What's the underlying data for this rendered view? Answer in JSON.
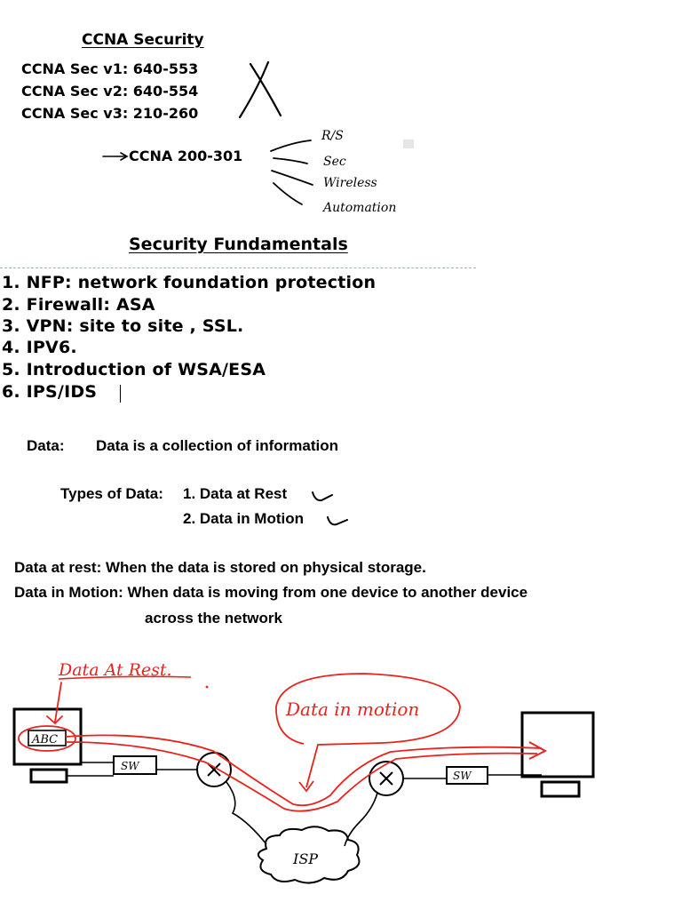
{
  "ccna_security": {
    "title": "CCNA Security",
    "versions": [
      "CCNA Sec v1: 640-553",
      "CCNA Sec v2: 640-554",
      "CCNA Sec v3: 210-260"
    ]
  },
  "ccna_new": {
    "label": "CCNA 200-301",
    "branches": [
      "R/S",
      "Sec",
      "Wireless",
      "Automation"
    ]
  },
  "fundamentals": {
    "title": "Security Fundamentals",
    "topics": [
      "1. NFP: network foundation protection",
      "2. Firewall: ASA",
      "3. VPN: site to site , SSL.",
      "4. IPV6.",
      "5. Introduction of WSA/ESA",
      "6. IPS/IDS"
    ]
  },
  "data": {
    "label": "Data:",
    "definition": "Data is a collection of information",
    "types_label": "Types of Data:",
    "types": [
      "1. Data at Rest",
      "2. Data in Motion"
    ],
    "rest_definition": "Data at rest: When the data is stored on physical storage.",
    "motion_definition_line1": "Data in Motion: When data is moving from one device to another device",
    "motion_definition_line2": "across the network"
  },
  "diagram": {
    "annotation_rest": "Data At Rest.",
    "annotation_motion": "Data in motion",
    "screen_text": "ABC",
    "switch_left": "SW",
    "switch_right": "SW",
    "cloud": "ISP",
    "annotation_color": "#e8231c"
  }
}
